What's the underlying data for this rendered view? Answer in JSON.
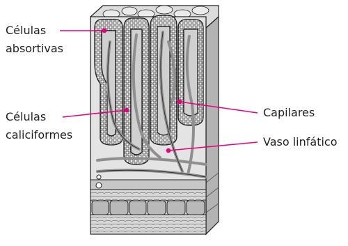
{
  "labels": {
    "absorptive": {
      "line1": "Células",
      "line2": "absortivas"
    },
    "goblet": {
      "line1": "Células",
      "line2": "caliciformes"
    },
    "capillaries": "Capilares",
    "lymph_vessel": "Vaso linfático"
  },
  "colors": {
    "leader": "#e6007e",
    "outline": "#231f20",
    "tissue_light": "#ececec",
    "tissue_mid": "#cfcfcf",
    "tissue_dark": "#8c8c8c",
    "vessel": "#9a9a9a"
  }
}
